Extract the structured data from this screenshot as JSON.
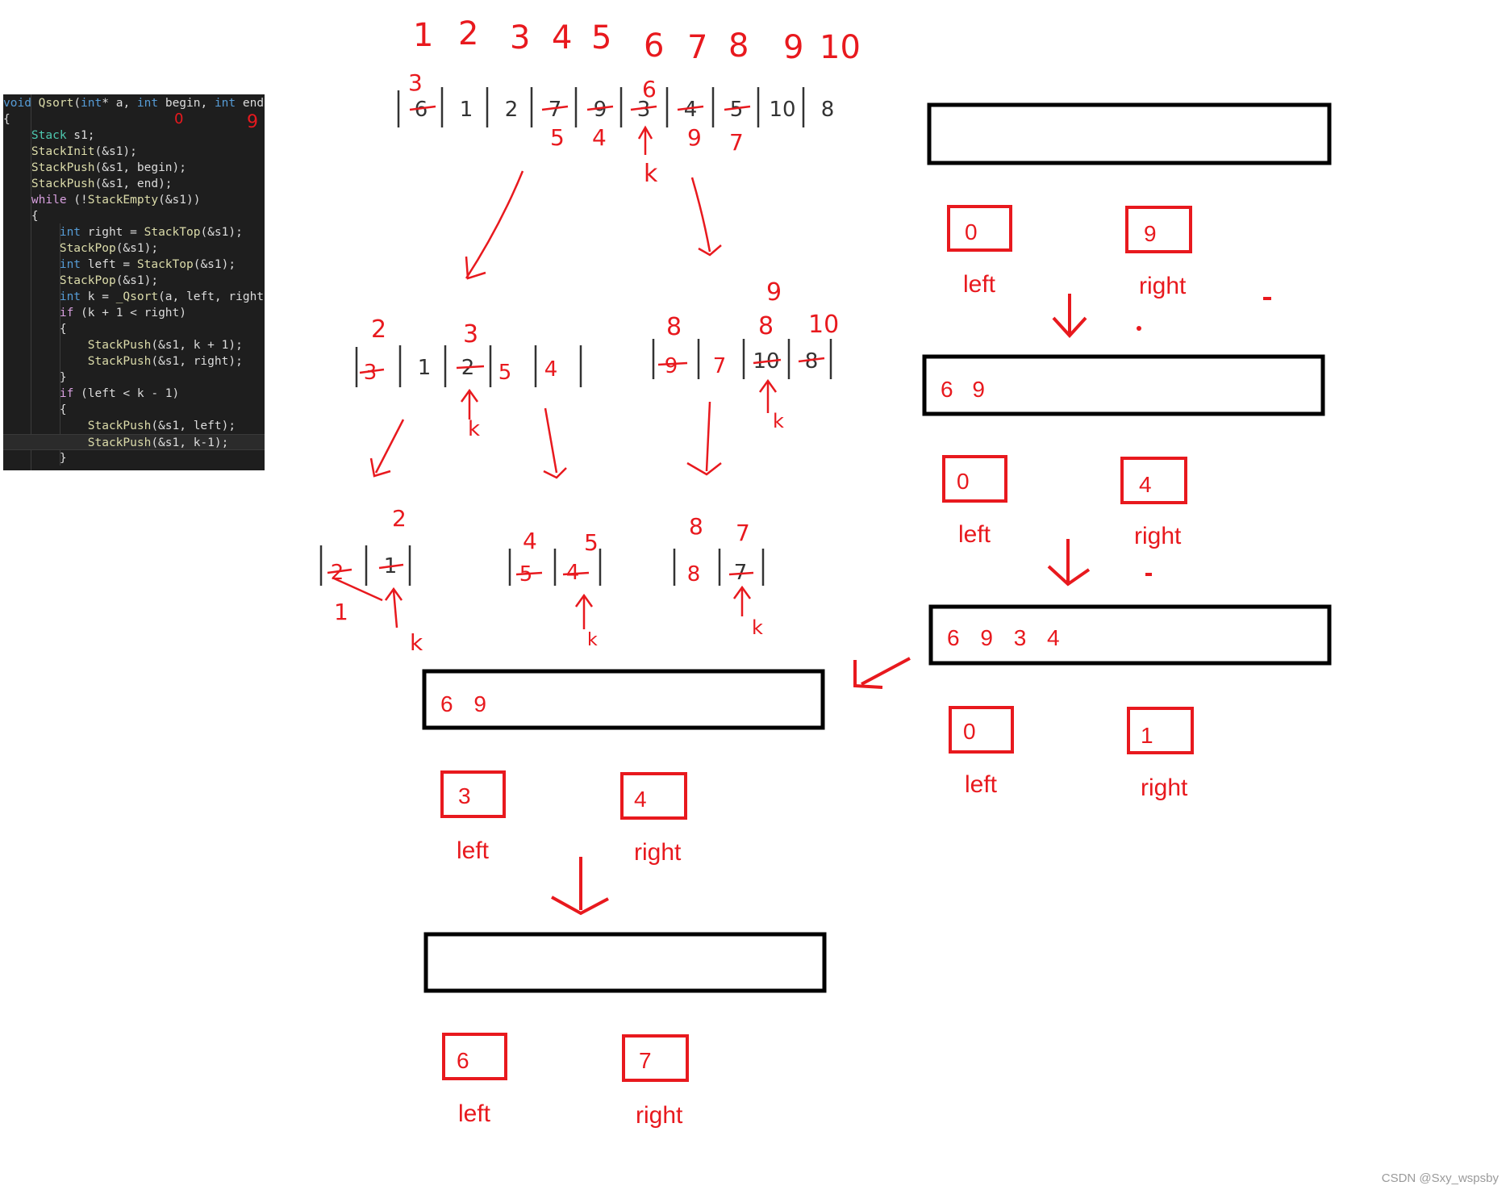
{
  "code": {
    "lines": [
      [
        {
          "t": "void ",
          "c": "#569cd6"
        },
        {
          "t": "Qsort",
          "c": "#dcdcaa"
        },
        {
          "t": "(",
          "c": "#dcdcdc"
        },
        {
          "t": "int",
          "c": "#569cd6"
        },
        {
          "t": "* a, ",
          "c": "#dcdcdc"
        },
        {
          "t": "int",
          "c": "#569cd6"
        },
        {
          "t": " begin, ",
          "c": "#dcdcdc"
        },
        {
          "t": "int",
          "c": "#569cd6"
        },
        {
          "t": " end)",
          "c": "#dcdcdc"
        }
      ],
      [
        {
          "t": "{",
          "c": "#dcdcdc"
        }
      ],
      [
        {
          "t": "    Stack",
          "c": "#4ec9b0"
        },
        {
          "t": " s1;",
          "c": "#dcdcdc"
        }
      ],
      [
        {
          "t": "    StackInit",
          "c": "#dcdcaa"
        },
        {
          "t": "(&s1);",
          "c": "#dcdcdc"
        }
      ],
      [
        {
          "t": "    StackPush",
          "c": "#dcdcaa"
        },
        {
          "t": "(&s1, begin);",
          "c": "#dcdcdc"
        }
      ],
      [
        {
          "t": "    StackPush",
          "c": "#dcdcaa"
        },
        {
          "t": "(&s1, end);",
          "c": "#dcdcdc"
        }
      ],
      [
        {
          "t": "    while",
          "c": "#d8a0df"
        },
        {
          "t": " (!",
          "c": "#dcdcdc"
        },
        {
          "t": "StackEmpty",
          "c": "#dcdcaa"
        },
        {
          "t": "(&s1))",
          "c": "#dcdcdc"
        }
      ],
      [
        {
          "t": "    {",
          "c": "#dcdcdc"
        }
      ],
      [
        {
          "t": "        int",
          "c": "#569cd6"
        },
        {
          "t": " right = ",
          "c": "#dcdcdc"
        },
        {
          "t": "StackTop",
          "c": "#dcdcaa"
        },
        {
          "t": "(&s1);",
          "c": "#dcdcdc"
        }
      ],
      [
        {
          "t": "        StackPop",
          "c": "#dcdcaa"
        },
        {
          "t": "(&s1);",
          "c": "#dcdcdc"
        }
      ],
      [
        {
          "t": "        int",
          "c": "#569cd6"
        },
        {
          "t": " left = ",
          "c": "#dcdcdc"
        },
        {
          "t": "StackTop",
          "c": "#dcdcaa"
        },
        {
          "t": "(&s1);",
          "c": "#dcdcdc"
        }
      ],
      [
        {
          "t": "        StackPop",
          "c": "#dcdcaa"
        },
        {
          "t": "(&s1);",
          "c": "#dcdcdc"
        }
      ],
      [
        {
          "t": "        int",
          "c": "#569cd6"
        },
        {
          "t": " k = ",
          "c": "#dcdcdc"
        },
        {
          "t": "_Qsort",
          "c": "#dcdcaa"
        },
        {
          "t": "(a, left, right)",
          "c": "#dcdcdc"
        }
      ],
      [
        {
          "t": "        if",
          "c": "#d8a0df"
        },
        {
          "t": " (k + 1 < right)",
          "c": "#dcdcdc"
        }
      ],
      [
        {
          "t": "        {",
          "c": "#dcdcdc"
        }
      ],
      [
        {
          "t": "            StackPush",
          "c": "#dcdcaa"
        },
        {
          "t": "(&s1, k + 1);",
          "c": "#dcdcdc"
        }
      ],
      [
        {
          "t": "            StackPush",
          "c": "#dcdcaa"
        },
        {
          "t": "(&s1, right);",
          "c": "#dcdcdc"
        }
      ],
      [
        {
          "t": "        }",
          "c": "#dcdcdc"
        }
      ],
      [
        {
          "t": "        if",
          "c": "#d8a0df"
        },
        {
          "t": " (left < k - 1)",
          "c": "#dcdcdc"
        }
      ],
      [
        {
          "t": "        {",
          "c": "#dcdcdc"
        }
      ],
      [
        {
          "t": "            StackPush",
          "c": "#dcdcaa"
        },
        {
          "t": "(&s1, left);",
          "c": "#dcdcdc"
        }
      ],
      [
        {
          "t": "            StackPush",
          "c": "#dcdcaa"
        },
        {
          "t": "(&s1, k-1);",
          "c": "#dcdcdc"
        }
      ],
      [
        {
          "t": "        }",
          "c": "#dcdcdc"
        }
      ]
    ],
    "margin_marks": [
      "0",
      "9"
    ]
  },
  "index_row": [
    "1",
    "2",
    "3",
    "4",
    "5",
    "6",
    "7",
    "8",
    "9",
    "10"
  ],
  "array": {
    "values": [
      "6",
      "1",
      "2",
      "7",
      "9",
      "3",
      "4",
      "5",
      "10",
      "8"
    ],
    "top_notes": [
      "3",
      "6"
    ],
    "bottom_notes": [
      "5",
      "4",
      "9",
      "7"
    ],
    "k_label": "k"
  },
  "level2": {
    "left_values": [
      "3",
      "1",
      "2",
      "5",
      "4"
    ],
    "left_notes": [
      "2",
      "3"
    ],
    "right_values": [
      "9",
      "7",
      "10",
      "8"
    ],
    "right_notes": [
      "8",
      "9",
      "8",
      "10"
    ],
    "k_label": "k"
  },
  "level3": {
    "groups": [
      {
        "values": [
          "2",
          "1"
        ],
        "notes": [
          "2"
        ],
        "below": "1"
      },
      {
        "values": [
          "5",
          "4"
        ],
        "notes": [
          "4",
          "5"
        ]
      },
      {
        "values": [
          "8",
          "7"
        ],
        "notes": [
          "8",
          "7"
        ]
      }
    ],
    "k_label": "k"
  },
  "stacks": [
    {
      "contents": "",
      "left": "0",
      "right": "9"
    },
    {
      "contents": "6 9",
      "left": "0",
      "right": "4"
    },
    {
      "contents": "6 9 3 4",
      "left": "0",
      "right": "1"
    },
    {
      "contents": "6 9",
      "left": "3",
      "right": "4"
    },
    {
      "contents": "",
      "left": "6",
      "right": "7"
    }
  ],
  "labels": {
    "left": "left",
    "right": "right"
  },
  "watermark": "CSDN @Sxy_wspsby",
  "colors": {
    "ink_red": "#e8191e",
    "ink_dark": "#333333",
    "code_bg": "#1e1e1e"
  }
}
